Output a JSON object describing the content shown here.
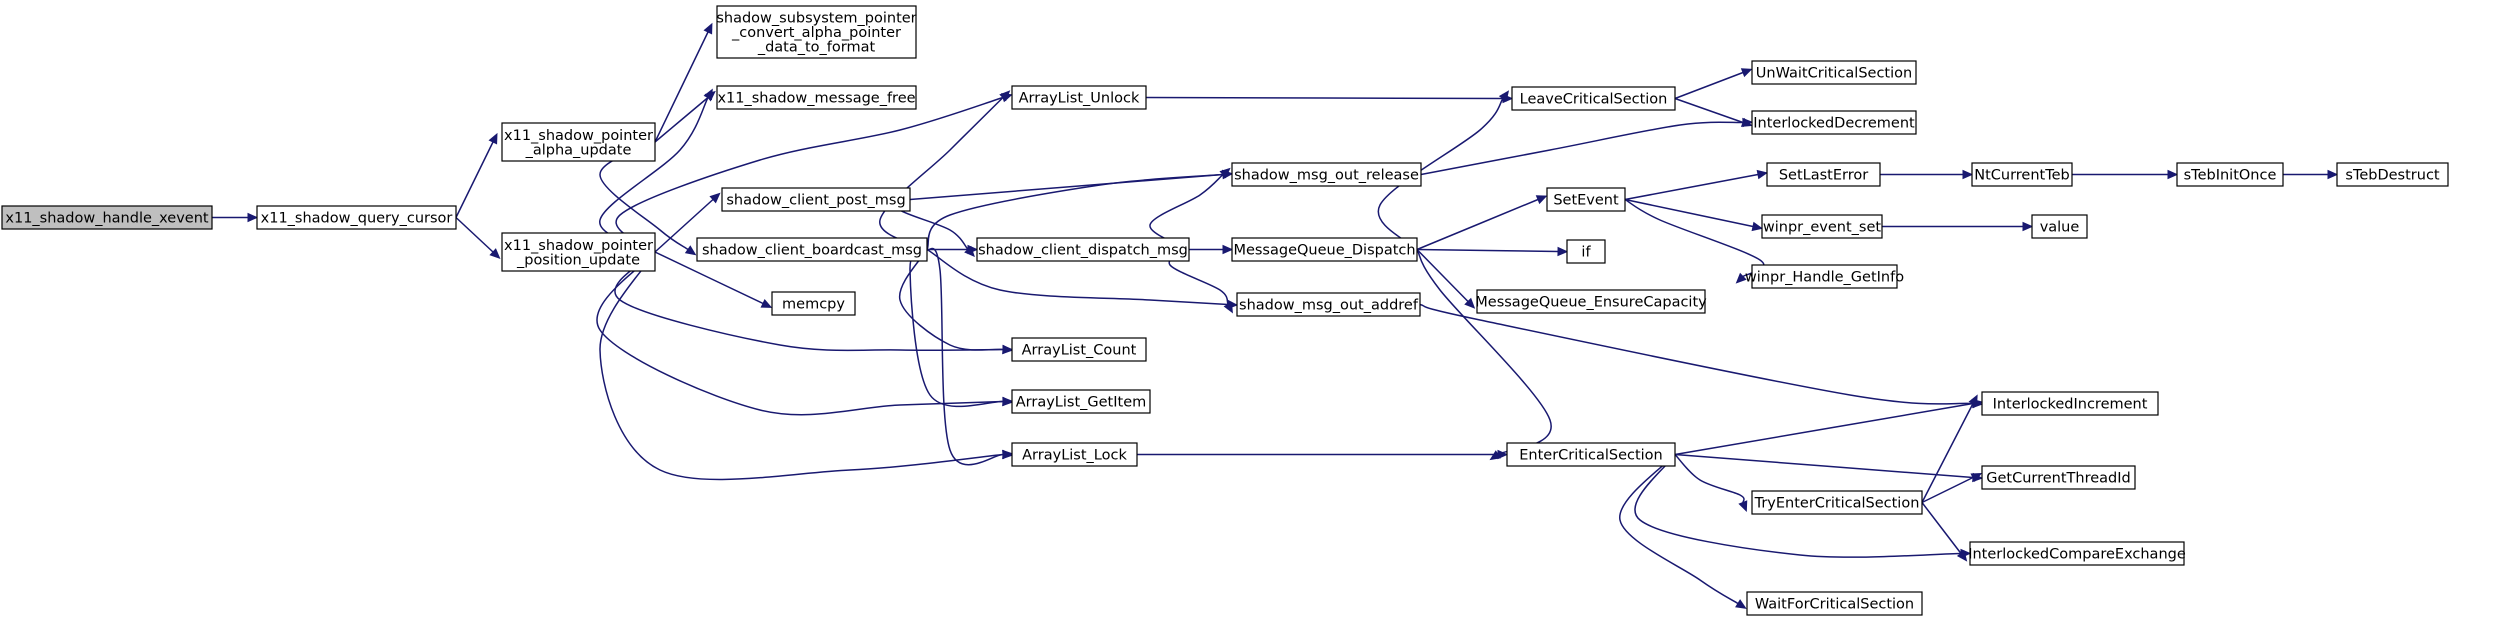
{
  "graph": {
    "nodes": [
      {
        "id": "n0",
        "lines": [
          "x11_shadow_handle_xevent"
        ],
        "root": true
      },
      {
        "id": "n1",
        "lines": [
          "x11_shadow_query_cursor"
        ]
      },
      {
        "id": "n2",
        "lines": [
          "x11_shadow_pointer",
          "_alpha_update"
        ]
      },
      {
        "id": "n3",
        "lines": [
          "x11_shadow_pointer",
          "_position_update"
        ]
      },
      {
        "id": "n4",
        "lines": [
          "shadow_subsystem_pointer",
          "_convert_alpha_pointer",
          "_data_to_format"
        ]
      },
      {
        "id": "n5",
        "lines": [
          "x11_shadow_message_free"
        ]
      },
      {
        "id": "n6",
        "lines": [
          "shadow_client_boardcast_msg"
        ]
      },
      {
        "id": "n7",
        "lines": [
          "ArrayList_Unlock"
        ]
      },
      {
        "id": "n8",
        "lines": [
          "shadow_client_post_msg"
        ]
      },
      {
        "id": "n9",
        "lines": [
          "memcpy"
        ]
      },
      {
        "id": "n10",
        "lines": [
          "ArrayList_Count"
        ]
      },
      {
        "id": "n11",
        "lines": [
          "ArrayList_GetItem"
        ]
      },
      {
        "id": "n12",
        "lines": [
          "ArrayList_Lock"
        ]
      },
      {
        "id": "n13",
        "lines": [
          "shadow_msg_out_release"
        ]
      },
      {
        "id": "n14",
        "lines": [
          "shadow_client_dispatch_msg"
        ]
      },
      {
        "id": "n15",
        "lines": [
          "shadow_msg_out_addref"
        ]
      },
      {
        "id": "n16",
        "lines": [
          "MessageQueue_Dispatch"
        ]
      },
      {
        "id": "n17",
        "lines": [
          "LeaveCriticalSection"
        ]
      },
      {
        "id": "n18",
        "lines": [
          "EnterCriticalSection"
        ]
      },
      {
        "id": "n19",
        "lines": [
          "SetEvent"
        ]
      },
      {
        "id": "n20",
        "lines": [
          "if"
        ]
      },
      {
        "id": "n21",
        "lines": [
          "MessageQueue_EnsureCapacity"
        ]
      },
      {
        "id": "n22",
        "lines": [
          "UnWaitCriticalSection"
        ]
      },
      {
        "id": "n23",
        "lines": [
          "InterlockedDecrement"
        ]
      },
      {
        "id": "n24",
        "lines": [
          "SetLastError"
        ]
      },
      {
        "id": "n25",
        "lines": [
          "winpr_event_set"
        ]
      },
      {
        "id": "n26",
        "lines": [
          "winpr_Handle_GetInfo"
        ]
      },
      {
        "id": "n27",
        "lines": [
          "TryEnterCriticalSection"
        ]
      },
      {
        "id": "n28",
        "lines": [
          "WaitForCriticalSection"
        ]
      },
      {
        "id": "n29",
        "lines": [
          "InterlockedIncrement"
        ]
      },
      {
        "id": "n30",
        "lines": [
          "GetCurrentThreadId"
        ]
      },
      {
        "id": "n31",
        "lines": [
          "InterlockedCompareExchange"
        ]
      },
      {
        "id": "n32",
        "lines": [
          "NtCurrentTeb"
        ]
      },
      {
        "id": "n33",
        "lines": [
          "value"
        ]
      },
      {
        "id": "n34",
        "lines": [
          "sTebInitOnce"
        ]
      },
      {
        "id": "n35",
        "lines": [
          "sTebDestruct"
        ]
      }
    ],
    "edges": [
      {
        "from": "n0",
        "to": "n1"
      },
      {
        "from": "n1",
        "to": "n2"
      },
      {
        "from": "n1",
        "to": "n3"
      },
      {
        "from": "n2",
        "to": "n4"
      },
      {
        "from": "n2",
        "to": "n5"
      },
      {
        "from": "n2",
        "to": "n6"
      },
      {
        "from": "n3",
        "to": "n5"
      },
      {
        "from": "n3",
        "to": "n7"
      },
      {
        "from": "n3",
        "to": "n8"
      },
      {
        "from": "n3",
        "to": "n9"
      },
      {
        "from": "n3",
        "to": "n10"
      },
      {
        "from": "n3",
        "to": "n11"
      },
      {
        "from": "n3",
        "to": "n12"
      },
      {
        "from": "n6",
        "to": "n7"
      },
      {
        "from": "n6",
        "to": "n13"
      },
      {
        "from": "n6",
        "to": "n14"
      },
      {
        "from": "n6",
        "to": "n15"
      },
      {
        "from": "n6",
        "to": "n10"
      },
      {
        "from": "n6",
        "to": "n11"
      },
      {
        "from": "n6",
        "to": "n12"
      },
      {
        "from": "n8",
        "to": "n13"
      },
      {
        "from": "n8",
        "to": "n14"
      },
      {
        "from": "n14",
        "to": "n13"
      },
      {
        "from": "n14",
        "to": "n16"
      },
      {
        "from": "n14",
        "to": "n15"
      },
      {
        "from": "n7",
        "to": "n17"
      },
      {
        "from": "n12",
        "to": "n18"
      },
      {
        "from": "n13",
        "to": "n23"
      },
      {
        "from": "n15",
        "to": "n29"
      },
      {
        "from": "n16",
        "to": "n17"
      },
      {
        "from": "n16",
        "to": "n19"
      },
      {
        "from": "n16",
        "to": "n20"
      },
      {
        "from": "n16",
        "to": "n21"
      },
      {
        "from": "n16",
        "to": "n18"
      },
      {
        "from": "n17",
        "to": "n22"
      },
      {
        "from": "n17",
        "to": "n23"
      },
      {
        "from": "n19",
        "to": "n24"
      },
      {
        "from": "n19",
        "to": "n25"
      },
      {
        "from": "n19",
        "to": "n26"
      },
      {
        "from": "n24",
        "to": "n32"
      },
      {
        "from": "n32",
        "to": "n34"
      },
      {
        "from": "n34",
        "to": "n35"
      },
      {
        "from": "n25",
        "to": "n33"
      },
      {
        "from": "n18",
        "to": "n29"
      },
      {
        "from": "n18",
        "to": "n30"
      },
      {
        "from": "n18",
        "to": "n27"
      },
      {
        "from": "n18",
        "to": "n31"
      },
      {
        "from": "n18",
        "to": "n28"
      },
      {
        "from": "n27",
        "to": "n29"
      },
      {
        "from": "n27",
        "to": "n30"
      },
      {
        "from": "n27",
        "to": "n31"
      }
    ]
  }
}
